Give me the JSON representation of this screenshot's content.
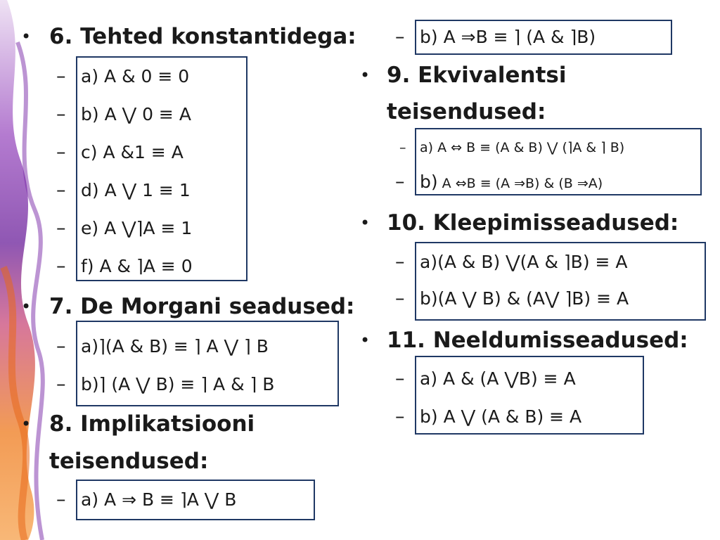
{
  "left": {
    "s6": {
      "title": "6. Tehted konstantidega:",
      "items": [
        "a) A & 0 ≡ 0",
        "b) A ⋁  0 ≡   A",
        "c) A &1 ≡ A",
        "d) A ⋁ 1 ≡  1",
        "e) A ⋁⌉A ≡ 1",
        "f) A & ⌉A ≡ 0"
      ]
    },
    "s7": {
      "title": "7. De Morgani seadused:",
      "items": [
        "a)⌉(A & B) ≡ ⌉ A ⋁ ⌉ B",
        "b)⌉ (A ⋁ B) ≡ ⌉ A & ⌉ B"
      ]
    },
    "s8": {
      "title_line1": "8. Implikatsiooni",
      "title_line2": "teisendused:",
      "items": [
        "a) A ⇒ B ≡  ⌉A  ⋁ B"
      ]
    }
  },
  "right": {
    "s8b": "b) A  ⇒B ≡  ⌉ (A &  ⌉B)",
    "s9": {
      "title_line1": "9. Ekvivalentsi",
      "title_line2": "teisendused:",
      "item_a": "a) A ⇔ B  ≡ (A & B) ⋁ (⌉A & ⌉ B)",
      "item_b_prefix": "b)",
      "item_b_rest": " A ⇔B ≡ (A ⇒B) & (B ⇒A)"
    },
    "s10": {
      "title": "10. Kleepimisseadused:",
      "items": [
        "a)(A & B) ⋁(A &  ⌉B) ≡ A",
        "b)(A ⋁ B) & (A⋁ ⌉B) ≡ A"
      ]
    },
    "s11": {
      "title": "11. Neeldumisseadused:",
      "items": [
        "a) A & (A ⋁B) ≡ A",
        "b) A  ⋁ (A & B) ≡ A"
      ]
    }
  },
  "symbols": {
    "bullet": "•",
    "dash": "–"
  },
  "colors": {
    "box_border": "#1f3864",
    "text": "#1a1a1a"
  }
}
